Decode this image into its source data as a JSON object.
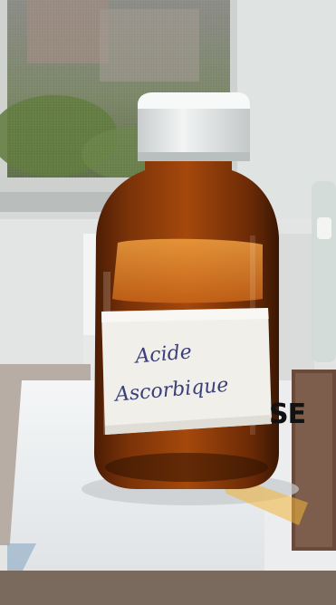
{
  "photo": {
    "subject": "amber glass bottle with white cap",
    "label": {
      "line1": "Acide",
      "line2": "Ascorbique"
    },
    "box_text": "SE",
    "colors": {
      "amber": "#8a3a08",
      "amber_highlight": "#e08a2a",
      "cap": "#e9ecec",
      "label_paper": "#f1efe9",
      "ink": "#3a3f7a",
      "wall": "#e6e8e6",
      "window_view": "#6f7a62"
    }
  }
}
